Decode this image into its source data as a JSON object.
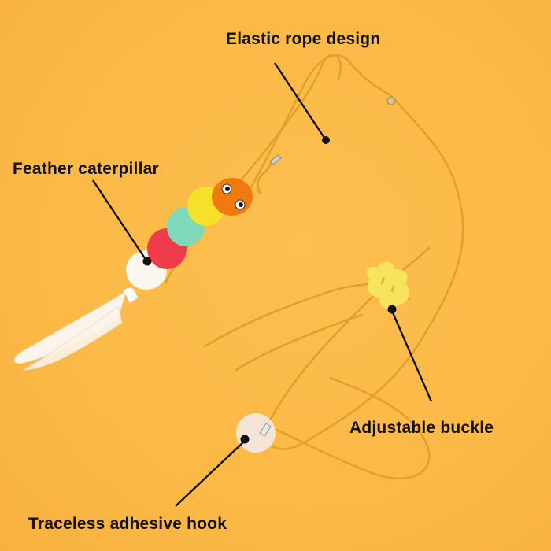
{
  "labels": {
    "elastic_rope": "Elastic rope design",
    "feather_caterpillar": "Feather caterpillar",
    "adjustable_buckle": "Adjustable buckle",
    "traceless_hook": "Traceless adhesive hook"
  },
  "colors": {
    "background": "#fbb946",
    "rope": "#e0a22a",
    "caterpillar_head": "#f07a10",
    "caterpillar_yellow": "#f6e12a",
    "caterpillar_mint": "#7fd9b8",
    "caterpillar_red": "#ef3b4a",
    "caterpillar_white": "#fbf6ee",
    "buckle": "#f8e35e",
    "hook": "#f3e4d6",
    "leader_line": "#111111"
  }
}
